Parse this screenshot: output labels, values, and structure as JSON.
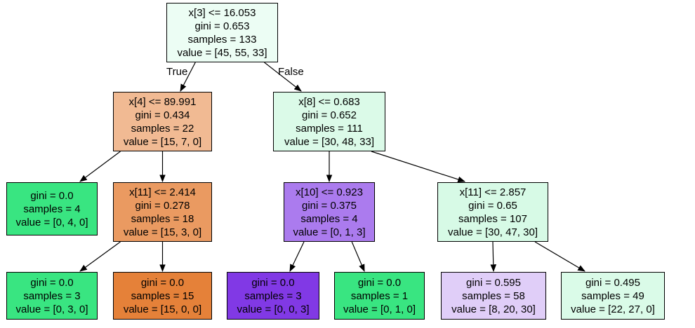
{
  "tree": {
    "nodes": [
      {
        "id": "n0",
        "lines": [
          "x[3] <= 16.053",
          "gini = 0.653",
          "samples = 133",
          "value = [45, 55, 33]"
        ],
        "fill": "#ecfdf4"
      },
      {
        "id": "n1",
        "lines": [
          "x[4] <= 89.991",
          "gini = 0.434",
          "samples = 22",
          "value = [15, 7, 0]"
        ],
        "fill": "#f1ba93"
      },
      {
        "id": "n2",
        "lines": [
          "x[8] <= 0.683",
          "gini = 0.652",
          "samples = 111",
          "value = [30, 48, 33]"
        ],
        "fill": "#dbfae8"
      },
      {
        "id": "n3",
        "lines": [
          "gini = 0.0",
          "samples = 4",
          "value = [0, 4, 0]"
        ],
        "fill": "#39e581"
      },
      {
        "id": "n4",
        "lines": [
          "x[11] <= 2.414",
          "gini = 0.278",
          "samples = 18",
          "value = [15, 3, 0]"
        ],
        "fill": "#ea9a61"
      },
      {
        "id": "n5",
        "lines": [
          "x[10] <= 0.923",
          "gini = 0.375",
          "samples = 4",
          "value = [0, 1, 3]"
        ],
        "fill": "#ab7bee"
      },
      {
        "id": "n6",
        "lines": [
          "x[11] <= 2.857",
          "gini = 0.65",
          "samples = 107",
          "value = [30, 47, 30]"
        ],
        "fill": "#d7fae6"
      },
      {
        "id": "n7",
        "lines": [
          "gini = 0.0",
          "samples = 3",
          "value = [0, 3, 0]"
        ],
        "fill": "#39e581"
      },
      {
        "id": "n8",
        "lines": [
          "gini = 0.0",
          "samples = 15",
          "value = [15, 0, 0]"
        ],
        "fill": "#e58139"
      },
      {
        "id": "n9",
        "lines": [
          "gini = 0.0",
          "samples = 3",
          "value = [0, 0, 3]"
        ],
        "fill": "#8139e5"
      },
      {
        "id": "n10",
        "lines": [
          "gini = 0.0",
          "samples = 1",
          "value = [0, 1, 0]"
        ],
        "fill": "#39e581"
      },
      {
        "id": "n11",
        "lines": [
          "gini = 0.595",
          "samples = 58",
          "value = [8, 20, 30]"
        ],
        "fill": "#e0cef8"
      },
      {
        "id": "n12",
        "lines": [
          "gini = 0.495",
          "samples = 49",
          "value = [22, 27, 0]"
        ],
        "fill": "#dafbe8"
      }
    ],
    "edges": [
      {
        "from": "n0",
        "to": "n1",
        "label": "True"
      },
      {
        "from": "n0",
        "to": "n2",
        "label": "False"
      },
      {
        "from": "n1",
        "to": "n3"
      },
      {
        "from": "n1",
        "to": "n4"
      },
      {
        "from": "n2",
        "to": "n5"
      },
      {
        "from": "n2",
        "to": "n6"
      },
      {
        "from": "n4",
        "to": "n7"
      },
      {
        "from": "n4",
        "to": "n8"
      },
      {
        "from": "n5",
        "to": "n9"
      },
      {
        "from": "n5",
        "to": "n10"
      },
      {
        "from": "n6",
        "to": "n11"
      },
      {
        "from": "n6",
        "to": "n12"
      }
    ]
  }
}
